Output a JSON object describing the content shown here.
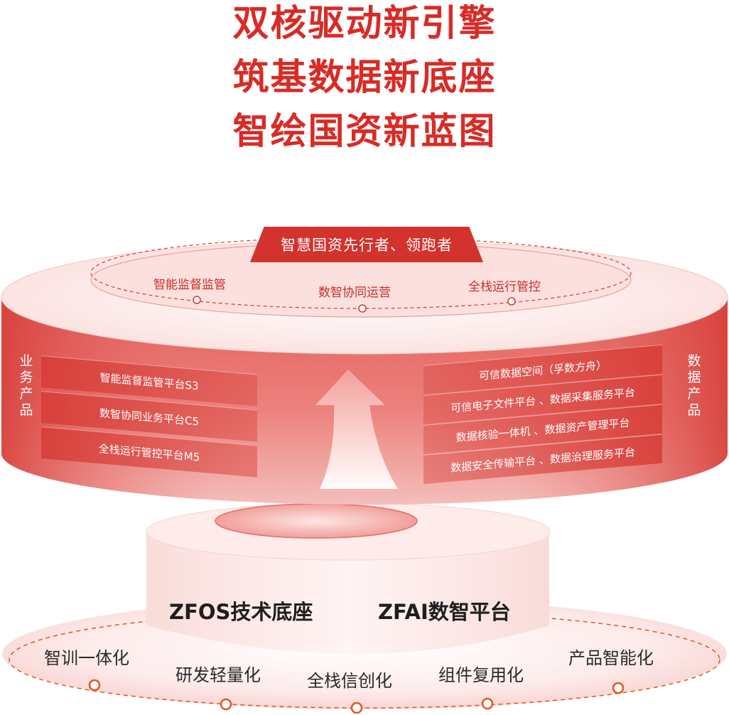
{
  "headline": [
    "双核驱动新引擎",
    "筑基数据新底座",
    "智绘国资新蓝图"
  ],
  "top_tag": "智慧国资先行者、领跑者",
  "ring_labels": [
    "智能监督监管",
    "数智协同运营",
    "全栈运行管控"
  ],
  "business": {
    "title": [
      "业",
      "务",
      "产",
      "品"
    ],
    "items": [
      "智能监督监管平台S3",
      "数智协同业务平台C5",
      "全栈运行管控平台M5"
    ]
  },
  "data_products": {
    "title": [
      "数",
      "据",
      "产",
      "品"
    ],
    "items": [
      "可信数据空间（孚数方舟）",
      "可信电子文件平台 、数据采集服务平台",
      "数据核验一体机 、数据资产管理平台",
      "数据安全传输平台 、数据治理服务平台"
    ]
  },
  "core": {
    "left": "ZFOS技术底座",
    "right": "ZFAI数智平台"
  },
  "base_labels": [
    "智训一体化",
    "研发轻量化",
    "全栈信创化",
    "组件复用化",
    "产品智能化"
  ],
  "colors": {
    "brand_red": "#d92b26",
    "tag_red": "#d3322d",
    "dot_orange": "#e8541f"
  }
}
